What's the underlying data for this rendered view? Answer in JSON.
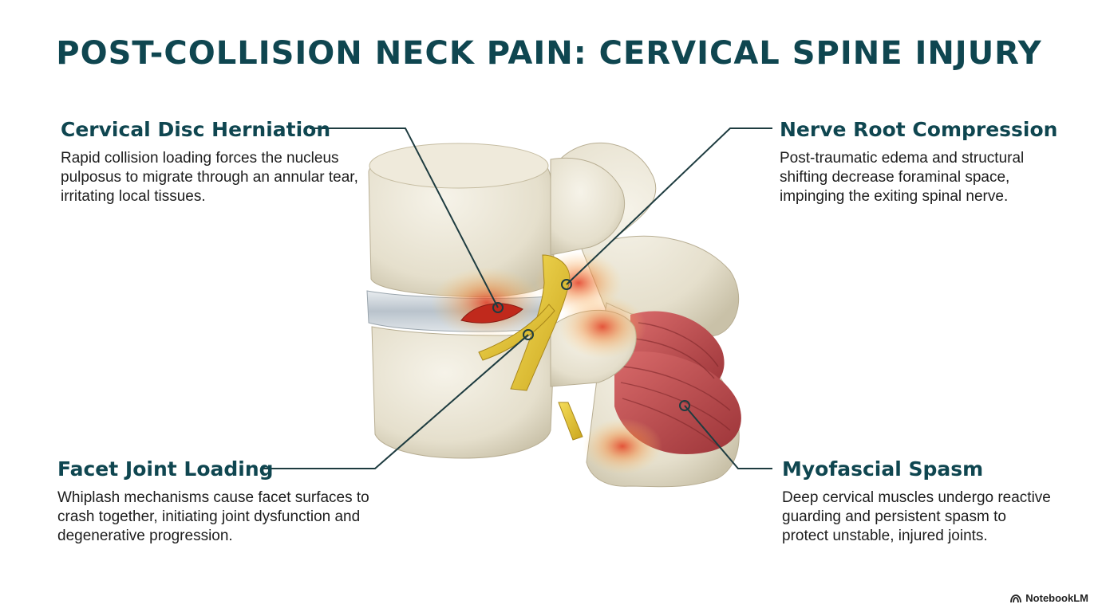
{
  "title": "POST-COLLISION NECK PAIN: CERVICAL SPINE INJURY",
  "callouts": {
    "disc": {
      "heading": "Cervical Disc Herniation",
      "body": "Rapid collision loading forces the nucleus pulposus to migrate through an annular tear, irritating local tissues."
    },
    "nerve": {
      "heading": "Nerve Root Compression",
      "body": "Post-traumatic edema and structural shifting decrease foraminal space, impinging the exiting spinal nerve."
    },
    "facet": {
      "heading": "Facet Joint Loading",
      "body": "Whiplash mechanisms cause facet surfaces to crash together, initiating joint dysfunction and degenerative progression."
    },
    "myo": {
      "heading": "Myofascial Spasm",
      "body": "Deep cervical muscles undergo reactive guarding and persistent spasm to protect unstable, injured joints."
    }
  },
  "branding": "NotebookLM",
  "colors": {
    "heading": "#0f4650",
    "leader": "#1e3c40",
    "bone": "#ebe6d6",
    "inflammation": "#d8412a",
    "nerve": "#e6c62c",
    "muscle": "#b8474a"
  }
}
